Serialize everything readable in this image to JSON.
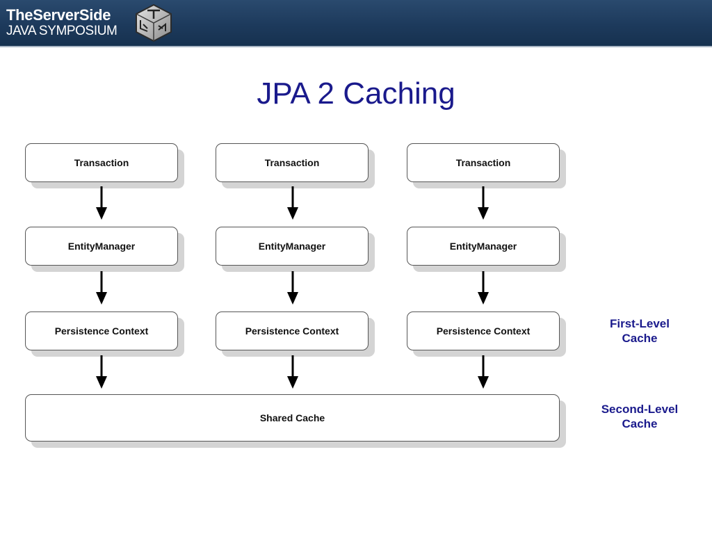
{
  "header": {
    "brand_line1": "TheServerSide",
    "brand_line2": "JAVA SYMPOSIUM",
    "logo_icon": "cube-logo-icon"
  },
  "slide": {
    "title": "JPA 2 Caching"
  },
  "diagram": {
    "columns": [
      {
        "transaction": "Transaction",
        "entity_manager": "EntityManager",
        "persistence_context": "Persistence Context"
      },
      {
        "transaction": "Transaction",
        "entity_manager": "EntityManager",
        "persistence_context": "Persistence Context"
      },
      {
        "transaction": "Transaction",
        "entity_manager": "EntityManager",
        "persistence_context": "Persistence Context"
      }
    ],
    "shared_cache": "Shared Cache",
    "first_level_label": "First-Level\nCache",
    "second_level_label": "Second-Level\nCache",
    "colors": {
      "title": "#1a1a8c",
      "side_labels": "#1a1a8c",
      "header_bg": "#1d3a5c"
    }
  }
}
